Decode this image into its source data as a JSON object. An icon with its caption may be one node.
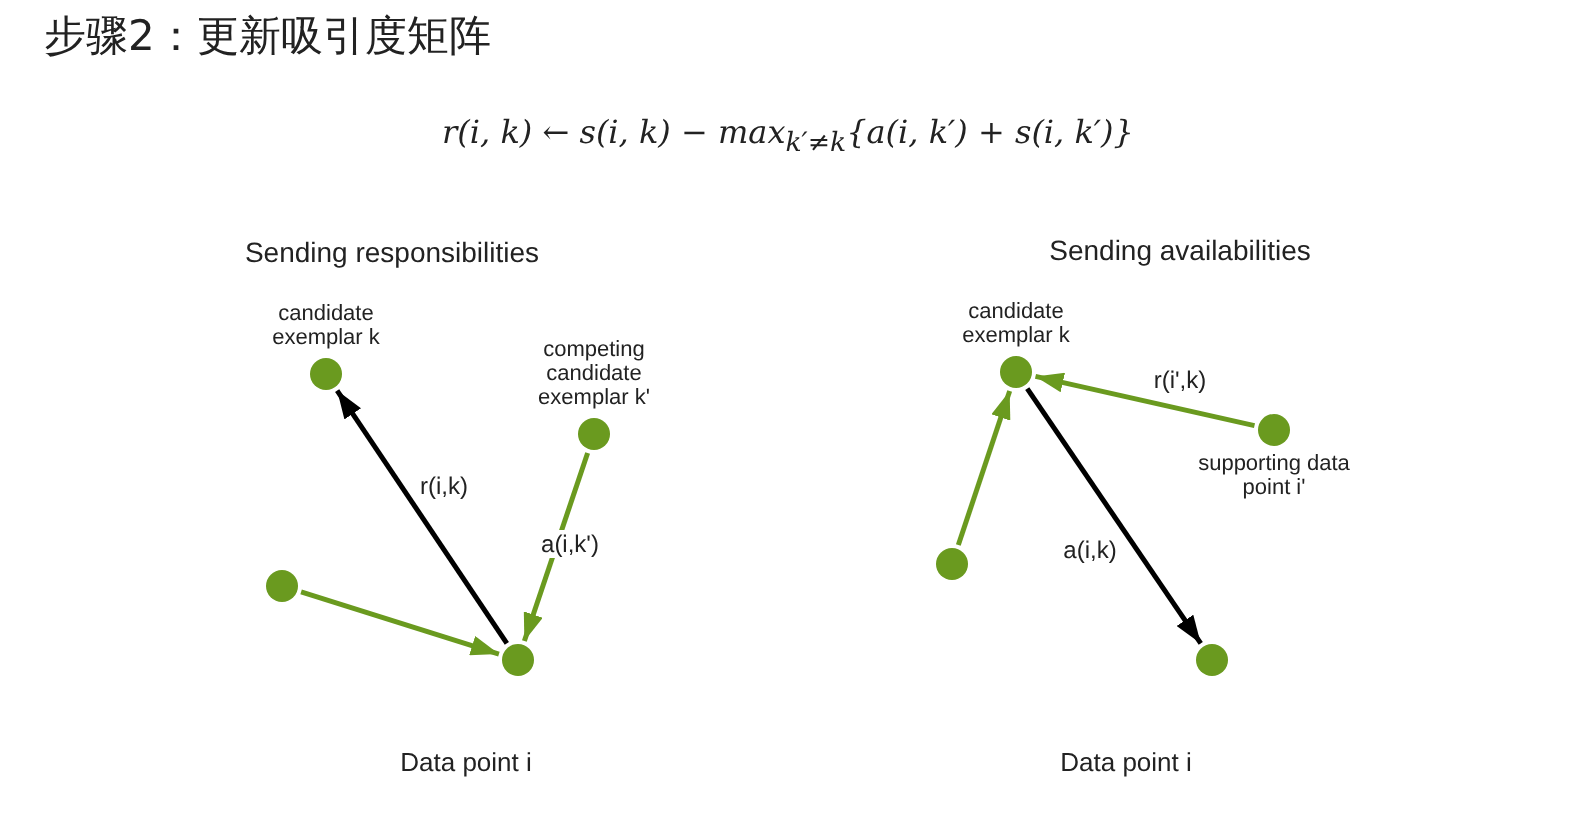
{
  "diagram": {
    "title": "步骤2：更新吸引度矩阵",
    "nodes": [
      {
        "text": [
          "candidate exemplar k"
        ]
      },
      {
        "text": [
          "competing candidate exemplar k'"
        ]
      },
      {
        "text": [],
        "shape": "circle"
      },
      {
        "text": [],
        "shape": "circle"
      },
      {
        "text": [
          "candidate exemplar k"
        ]
      },
      {
        "text": [
          "supporting data point i'"
        ]
      },
      {
        "text": [],
        "shape": "circle"
      },
      {
        "text": [],
        "shape": "circle"
      }
    ],
    "edges": [
      {
        "from": 3,
        "to": 0,
        "arrow": "to",
        "label": "r(i,k)",
        "color": "#000000"
      },
      {
        "from": 1,
        "to": 3,
        "arrow": "to",
        "label": "a(i,k')"
      },
      {
        "from": 2,
        "to": 3,
        "arrow": "to"
      },
      {
        "from": 6,
        "to": 4,
        "arrow": "to"
      },
      {
        "from": 5,
        "to": 4,
        "arrow": "to",
        "label": "r(i',k)"
      },
      {
        "from": 4,
        "to": 7,
        "arrow": "to",
        "label": "a(i,k)",
        "color": "#000000"
      }
    ],
    "labels": [
      "r(i, k) ← s(i, k) − max$_{k′≠k}${a(i, k′) + s(i, k′)}",
      "Sending responsibilities",
      "Sending availabilities",
      "Data point i",
      "Data point i"
    ]
  }
}
